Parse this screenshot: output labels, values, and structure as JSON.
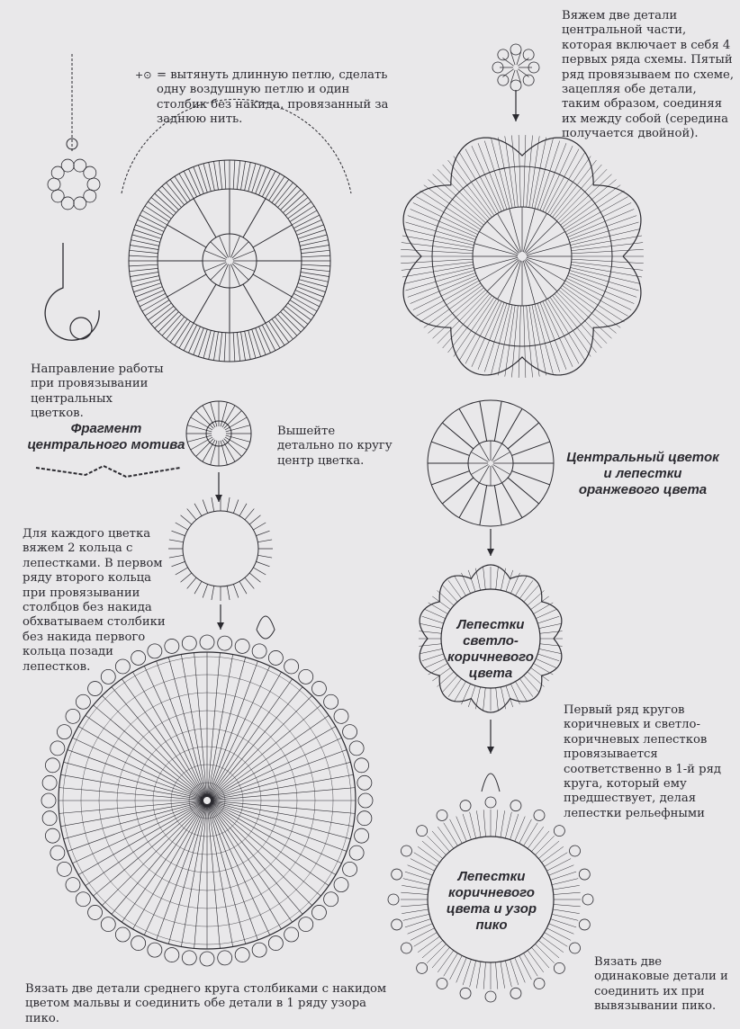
{
  "legend": {
    "symbol_icon": "long-loop-symbol",
    "text": "= вытянуть длинную петлю, сделать одну воздушную петлю и один столбик без накида, провязанный за заднюю нить."
  },
  "notes": {
    "two_center_parts": "Вяжем две детали центральной части, которая включает в себя 4 первых ряда схемы. Пятый ряд провязываем по схеме, зацепляя обе детали, таким образом, соединяя их между собой (середина получается двойной).",
    "work_direction": "Направление работы при провязывании центральных цветков.",
    "embroider_center": "Вышейте детально по кругу центр цветка.",
    "two_rings": "Для каждого цветка вяжем 2 кольца с лепестками. В первом ряду второго кольца при провязывании столбцов без накида обхватываем столбики без накида первого кольца позади лепестков.",
    "first_row": "Первый ряд кругов коричневых и светло-коричневых лепестков провязывается соответственно в 1-й ряд круга, который ему предшествует, делая лепестки рельефными",
    "two_identical": "Вязать две одинаковые детали и соединить их при вывязывании пико.",
    "middle_circle": "Вязать две детали среднего круга столбиками с накидом цветом мальвы и соединить обе детали в 1 ряду узора пико."
  },
  "headings": {
    "fragment": "Фрагмент центрального мотива",
    "central_flower": "Центральный цветок и лепестки оранжевого цвета",
    "light_brown": "Лепестки светло-коричневого цвета",
    "brown": "Лепестки коричневого цвета и узор пико"
  },
  "colors": {
    "paper": "#e9e8ea",
    "ink": "#2b2a30",
    "accent_mauve": "#b04a7a"
  }
}
